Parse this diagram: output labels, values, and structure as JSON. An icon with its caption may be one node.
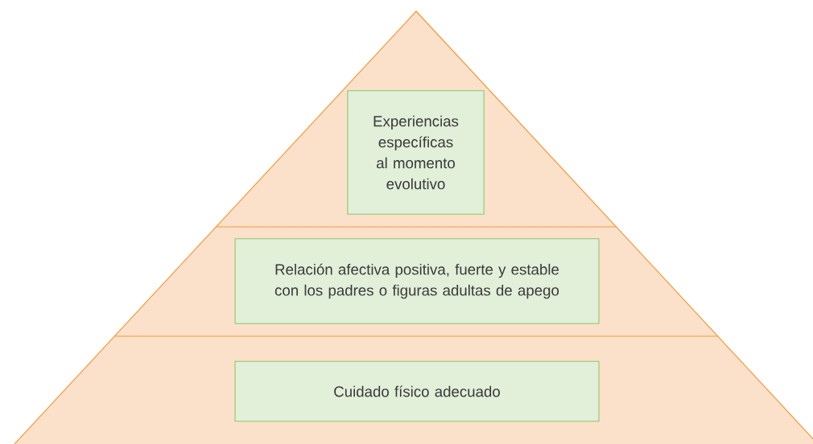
{
  "diagram": {
    "nodes": [
      {
        "text": [
          "Experiencias específicas al momento evolutivo"
        ]
      },
      {
        "text": [
          "Relación afectiva positiva, fuerte y estable con los padres o figuras adultas de apego"
        ]
      },
      {
        "text": [
          "Cuidado físico adecuado"
        ]
      }
    ]
  }
}
